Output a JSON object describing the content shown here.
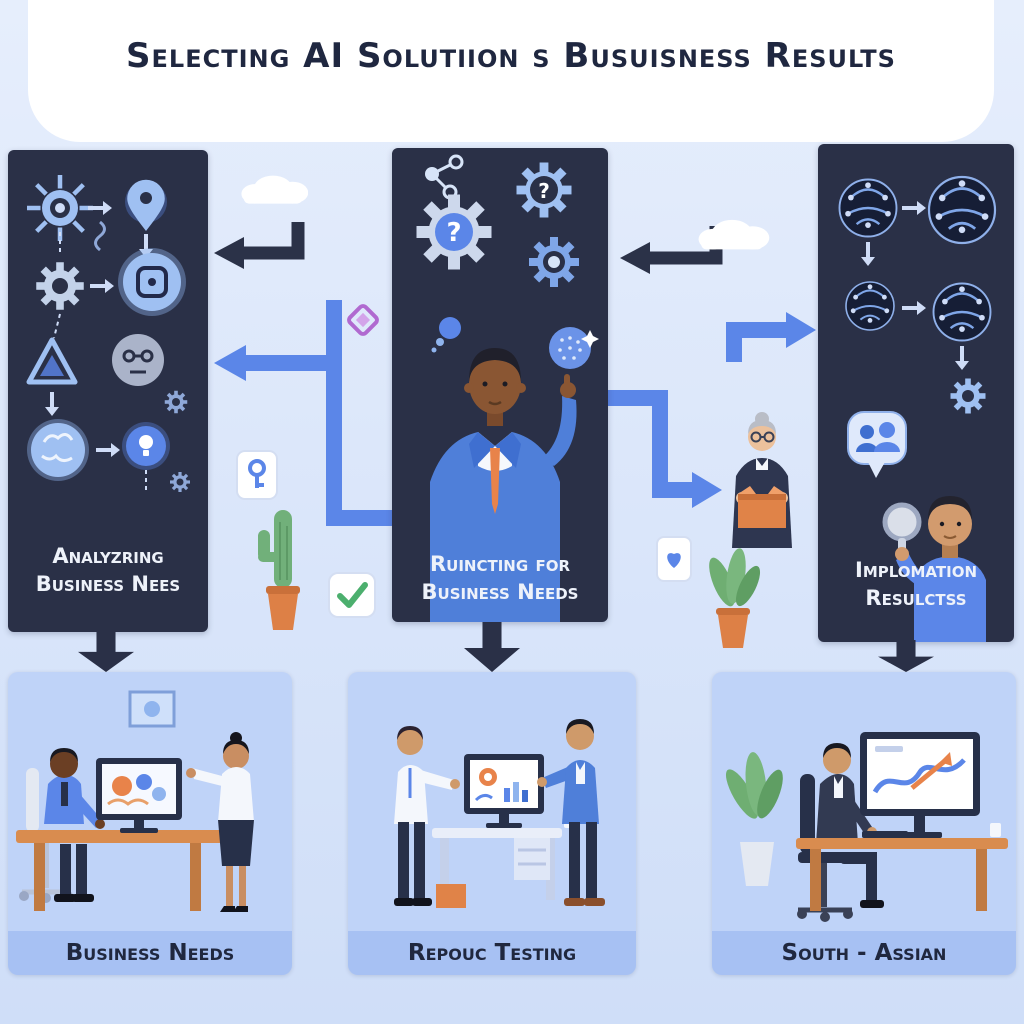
{
  "title": "Selecting AI Solutiion s Busuisness Results",
  "stage_panels": [
    {
      "caption_line1": "Analyzring",
      "caption_line2": "Business Nees"
    },
    {
      "caption_line1": "Ruincting for",
      "caption_line2": "Business Needs"
    },
    {
      "caption_line1": "Implomation",
      "caption_line2": "Resulctss"
    }
  ],
  "bottom_scenes": [
    {
      "caption": "Business Needs"
    },
    {
      "caption": "Repouc Testing"
    },
    {
      "caption": "South - Assian"
    }
  ],
  "glyphs": {
    "question_mark": "?",
    "checkmark": "✓"
  },
  "colors": {
    "background": "#d9e4f9",
    "panel_navy": "#2a3047",
    "accent_blue": "#5b86e8",
    "light_blue": "#9fc0f2",
    "accent_orange": "#e8834a",
    "title_text": "#1f2740",
    "scene_card": "#bfd3f8",
    "caption_band": "#a7c1f3",
    "white": "#ffffff"
  },
  "icon_names": {
    "panel_1": [
      "ai-node-icon",
      "location-pin-icon",
      "dna-icon",
      "gear-icon",
      "chip-icon",
      "warning-triangle-icon",
      "robot-face-icon",
      "small-gear-icon",
      "brain-icon",
      "idea-pin-icon"
    ],
    "panel_2": [
      "molecule-icon",
      "gear-question-icon",
      "gear-question-icon",
      "gear-ring-icon",
      "thought-sphere-icon",
      "ai-sphere-icon"
    ],
    "panel_3": [
      "network-sphere-icon",
      "network-sphere-icon",
      "network-sphere-icon",
      "network-sphere-icon",
      "gear-icon",
      "people-chat-pin-icon",
      "magnifier-icon"
    ],
    "decorations": [
      "cloud-icon",
      "cloud-icon",
      "key-card-icon",
      "diamond-icon",
      "checkmark-card-icon",
      "heart-card-icon",
      "cactus-plant-icon",
      "potted-plant-icon",
      "woman-with-box-figure"
    ]
  }
}
